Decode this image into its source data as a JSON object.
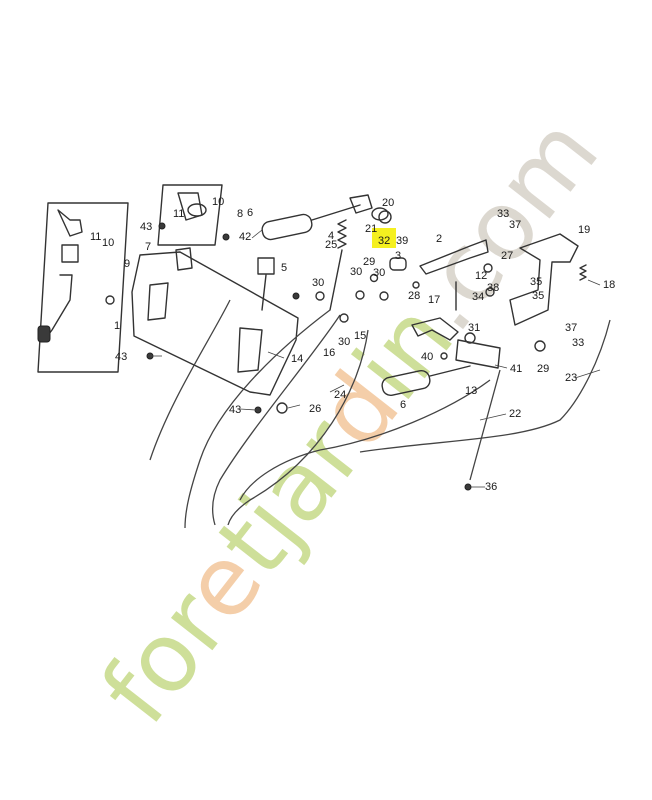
{
  "watermark": {
    "text": "foretjardin.com",
    "colors": [
      "#c9dc8f",
      "#d9d4cc",
      "#f3c9a0"
    ]
  },
  "highlight": {
    "label": "32",
    "color": "#f5f020"
  },
  "callouts": [
    "1",
    "2",
    "3",
    "4",
    "5",
    "6",
    "6",
    "7",
    "8",
    "9",
    "10",
    "10",
    "11",
    "11",
    "12",
    "13",
    "14",
    "15",
    "16",
    "17",
    "18",
    "19",
    "20",
    "21",
    "22",
    "23",
    "24",
    "25",
    "26",
    "27",
    "28",
    "29",
    "29",
    "30",
    "30",
    "30",
    "30",
    "31",
    "32",
    "33",
    "33",
    "34",
    "35",
    "35",
    "36",
    "37",
    "37",
    "38",
    "39",
    "40",
    "41",
    "42",
    "43",
    "43",
    "43"
  ]
}
